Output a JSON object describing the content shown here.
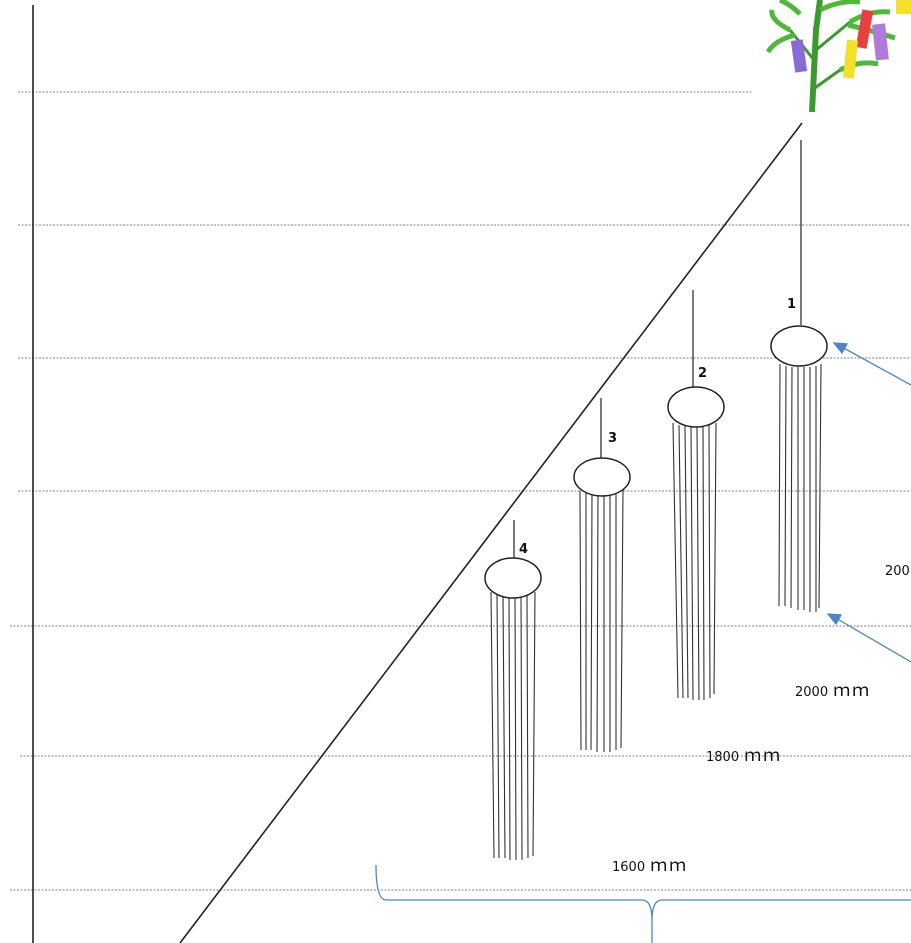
{
  "ornaments": [
    {
      "number": "1"
    },
    {
      "number": "2"
    },
    {
      "number": "3"
    },
    {
      "number": "4"
    }
  ],
  "measurements": [
    {
      "value": "2000",
      "unit": "ｍｍ"
    },
    {
      "value": "1800",
      "unit": "ｍｍ"
    },
    {
      "value": "1600",
      "unit": "ｍｍ"
    }
  ],
  "edge_label": "200",
  "colors": {
    "arrow": "#4a86c5",
    "brace": "#4a86c5",
    "lines": "#222222",
    "guide_lines": "#9a9a9a",
    "bamboo": "#3b9a2e",
    "tanzaku": [
      "#8a6ad8",
      "#e84040",
      "#f2e02a",
      "#b07ad8"
    ]
  }
}
